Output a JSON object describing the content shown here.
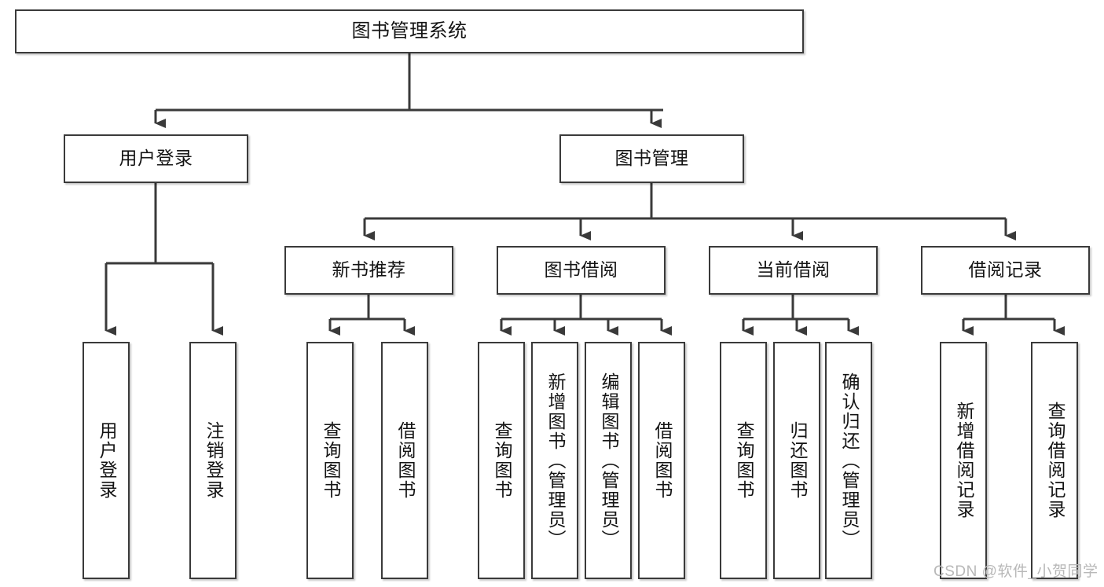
{
  "diagram": {
    "title": "图书管理系统",
    "type": "tree-hierarchy",
    "line_color": "#3a3a3a",
    "box_fill": "#ffffff",
    "text_color": "#141414"
  },
  "nodes": {
    "root": {
      "label": "图书管理系统"
    },
    "level2": [
      {
        "label": "用户登录"
      },
      {
        "label": "图书管理"
      }
    ],
    "level3": [
      {
        "label": "新书推荐"
      },
      {
        "label": "图书借阅"
      },
      {
        "label": "当前借阅"
      },
      {
        "label": "借阅记录"
      }
    ],
    "leaves": {
      "user_login": [
        {
          "label": "用户登录"
        },
        {
          "label": "注销登录"
        }
      ],
      "new_book_recommend": [
        {
          "label": "查询图书"
        },
        {
          "label": "借阅图书"
        }
      ],
      "book_borrow": [
        {
          "label": "查询图书"
        },
        {
          "label": "新增图书（管理员）"
        },
        {
          "label": "编辑图书（管理员）"
        },
        {
          "label": "借阅图书"
        }
      ],
      "current_borrow": [
        {
          "label": "查询图书"
        },
        {
          "label": "归还图书"
        },
        {
          "label": "确认归还（管理员）"
        }
      ],
      "borrow_records": [
        {
          "label": "新增借阅记录"
        },
        {
          "label": "查询借阅记录"
        }
      ]
    }
  },
  "watermark": {
    "text": "CSDN @软件_小贺同学"
  }
}
